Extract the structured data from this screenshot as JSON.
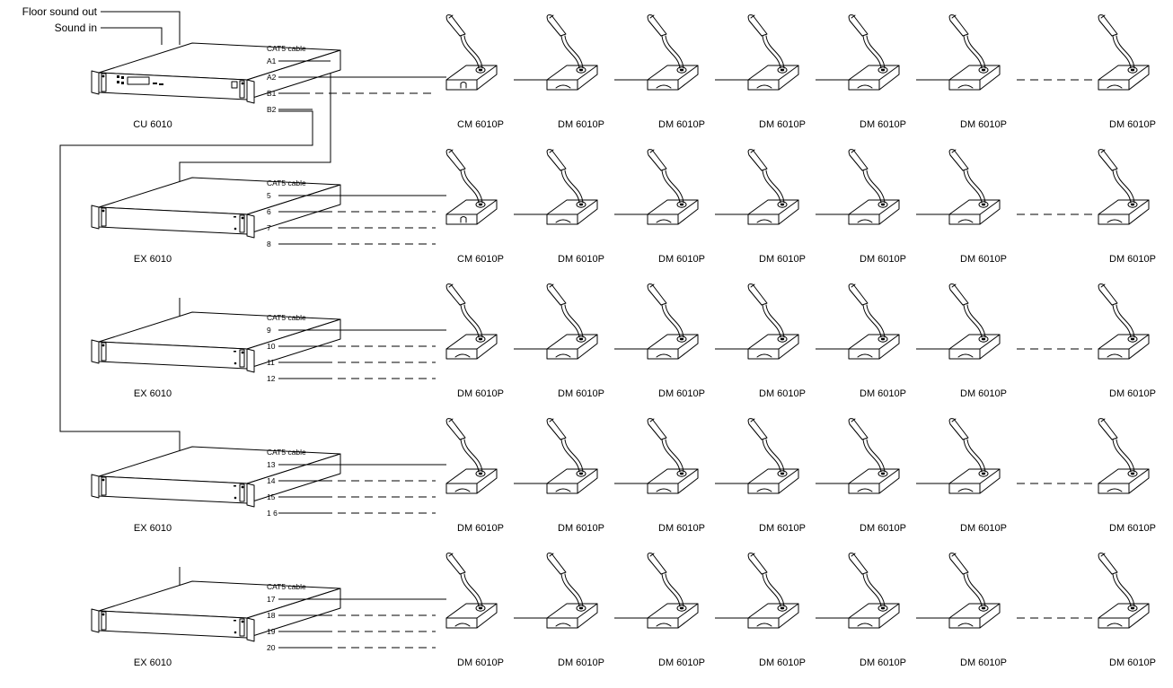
{
  "inputs": {
    "floor_sound_out": "Floor sound out",
    "sound_in": "Sound in"
  },
  "rows": [
    {
      "unit": "CU 6010",
      "unit_type": "CU",
      "cable_label": "CAT5 cable",
      "ports": [
        "A1",
        "A2",
        "B1",
        "B2"
      ],
      "mics": [
        "CM 6010P",
        "DM 6010P",
        "DM 6010P",
        "DM 6010P",
        "DM 6010P",
        "DM 6010P",
        "DM 6010P"
      ]
    },
    {
      "unit": "EX 6010",
      "unit_type": "EX",
      "cable_label": "CAT5 cable",
      "ports": [
        "5",
        "6",
        "7",
        "8"
      ],
      "mics": [
        "CM 6010P",
        "DM 6010P",
        "DM 6010P",
        "DM 6010P",
        "DM 6010P",
        "DM 6010P",
        "DM 6010P"
      ]
    },
    {
      "unit": "EX 6010",
      "unit_type": "EX",
      "cable_label": "CAT5 cable",
      "ports": [
        "9",
        "10",
        "11",
        "12"
      ],
      "mics": [
        "DM 6010P",
        "DM 6010P",
        "DM 6010P",
        "DM 6010P",
        "DM 6010P",
        "DM 6010P",
        "DM 6010P"
      ]
    },
    {
      "unit": "EX 6010",
      "unit_type": "EX",
      "cable_label": "CAT5 cable",
      "ports": [
        "13",
        "14",
        "15",
        "1 6"
      ],
      "mics": [
        "DM 6010P",
        "DM 6010P",
        "DM 6010P",
        "DM 6010P",
        "DM 6010P",
        "DM 6010P",
        "DM 6010P"
      ]
    },
    {
      "unit": "EX 6010",
      "unit_type": "EX",
      "cable_label": "CAT5 cable",
      "ports": [
        "17",
        "18",
        "19",
        "20"
      ],
      "mics": [
        "DM 6010P",
        "DM 6010P",
        "DM 6010P",
        "DM 6010P",
        "DM 6010P",
        "DM 6010P",
        "DM 6010P"
      ]
    }
  ]
}
